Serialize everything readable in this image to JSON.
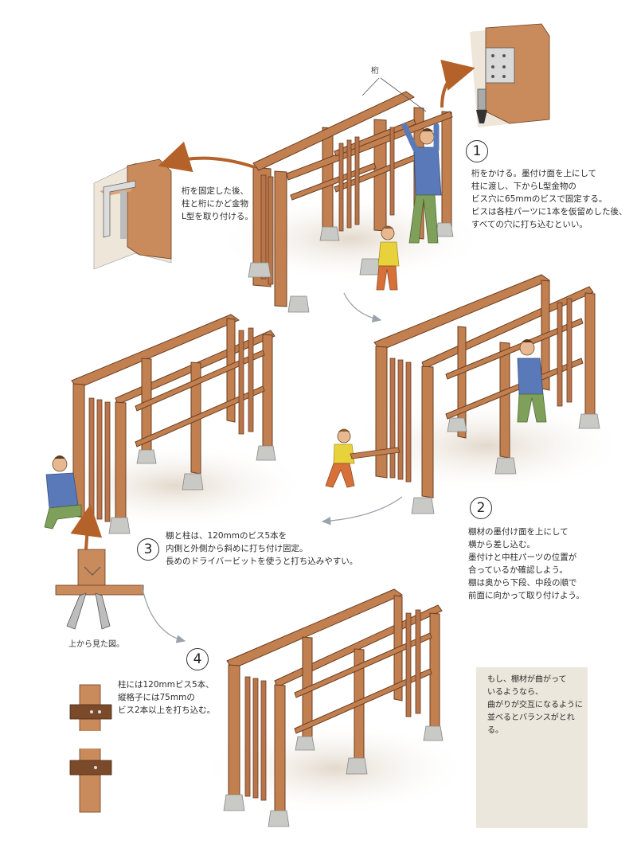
{
  "labels": {
    "keta": "桁",
    "top_view": "上から見た図。"
  },
  "steps": [
    {
      "number": "1",
      "text": "桁をかける。墨付け面を上にして\n柱に渡し、下からL型金物の\nビス穴に65mmのビスで固定する。\nビスは各柱パーツに1本を仮留めした後、\nすべての穴に打ち込むといい。"
    },
    {
      "number": "2",
      "text": "棚材の墨付け面を上にして\n横から差し込む。\n墨付けと中柱パーツの位置が\n合っているか確認しよう。\n棚は奥から下段、中段の順で\n前面に向かって取り付けよう。"
    },
    {
      "number": "3",
      "text": "棚と柱は、120mmのビス5本を\n内側と外側から斜めに打ち付け固定。\n長めのドライバービットを使うと打ち込みやすい。"
    },
    {
      "number": "4",
      "text": "柱には120mmビス5本、\n縦格子には75mmの\nビス2本以上を打ち込む。"
    }
  ],
  "notes": {
    "corner_bracket": "桁を固定した後、\n柱と桁にかど金物\nL型を取り付ける。",
    "curve_tip": "もし、棚材が曲がって\nいるようなら、\n曲がりが交互になるように\n並べるとバランスがとれる。"
  },
  "colors": {
    "wood": "#b9774a",
    "wood_light": "#d49a6a",
    "wood_dark": "#8a5430",
    "arrow": "#b5612a",
    "flow_arrow": "#9aa3ab",
    "ground": "#e6ddd0",
    "concrete": "#c9c9c6",
    "note_bg": "#ece7dc",
    "shirt_blue": "#5a79b8",
    "shirt_yellow": "#e8d23c",
    "pants_green": "#7fa05a",
    "pants_orange": "#d8703a"
  }
}
